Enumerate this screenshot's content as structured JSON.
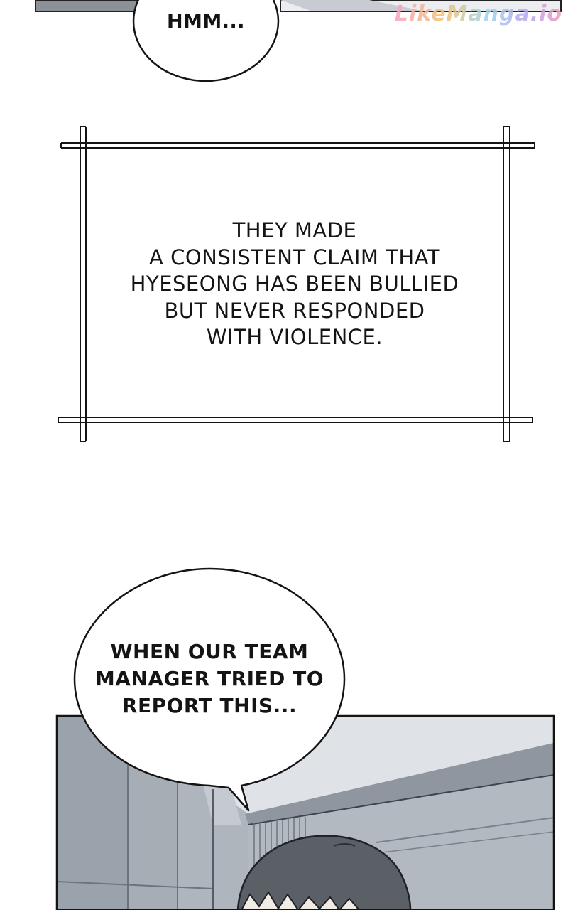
{
  "watermark": "LikeManga.io",
  "top_bubble": {
    "text": "HMM..."
  },
  "caption_box": {
    "lines": [
      "THEY MADE",
      "A CONSISTENT CLAIM THAT",
      "HYESEONG HAS BEEN BULLIED",
      "BUT NEVER RESPONDED",
      "WITH VIOLENCE."
    ]
  },
  "bottom_bubble": {
    "lines": [
      "WHEN OUR TEAM",
      "MANAGER TRIED TO",
      "REPORT THIS..."
    ]
  },
  "colors": {
    "background": "#ffffff",
    "ink": "#141414",
    "panel_wall": "#a9b0b9",
    "panel_ceiling": "#dde1e6",
    "hair": "#5b5f66"
  },
  "icons": [
    "character-head",
    "frame-corner"
  ]
}
